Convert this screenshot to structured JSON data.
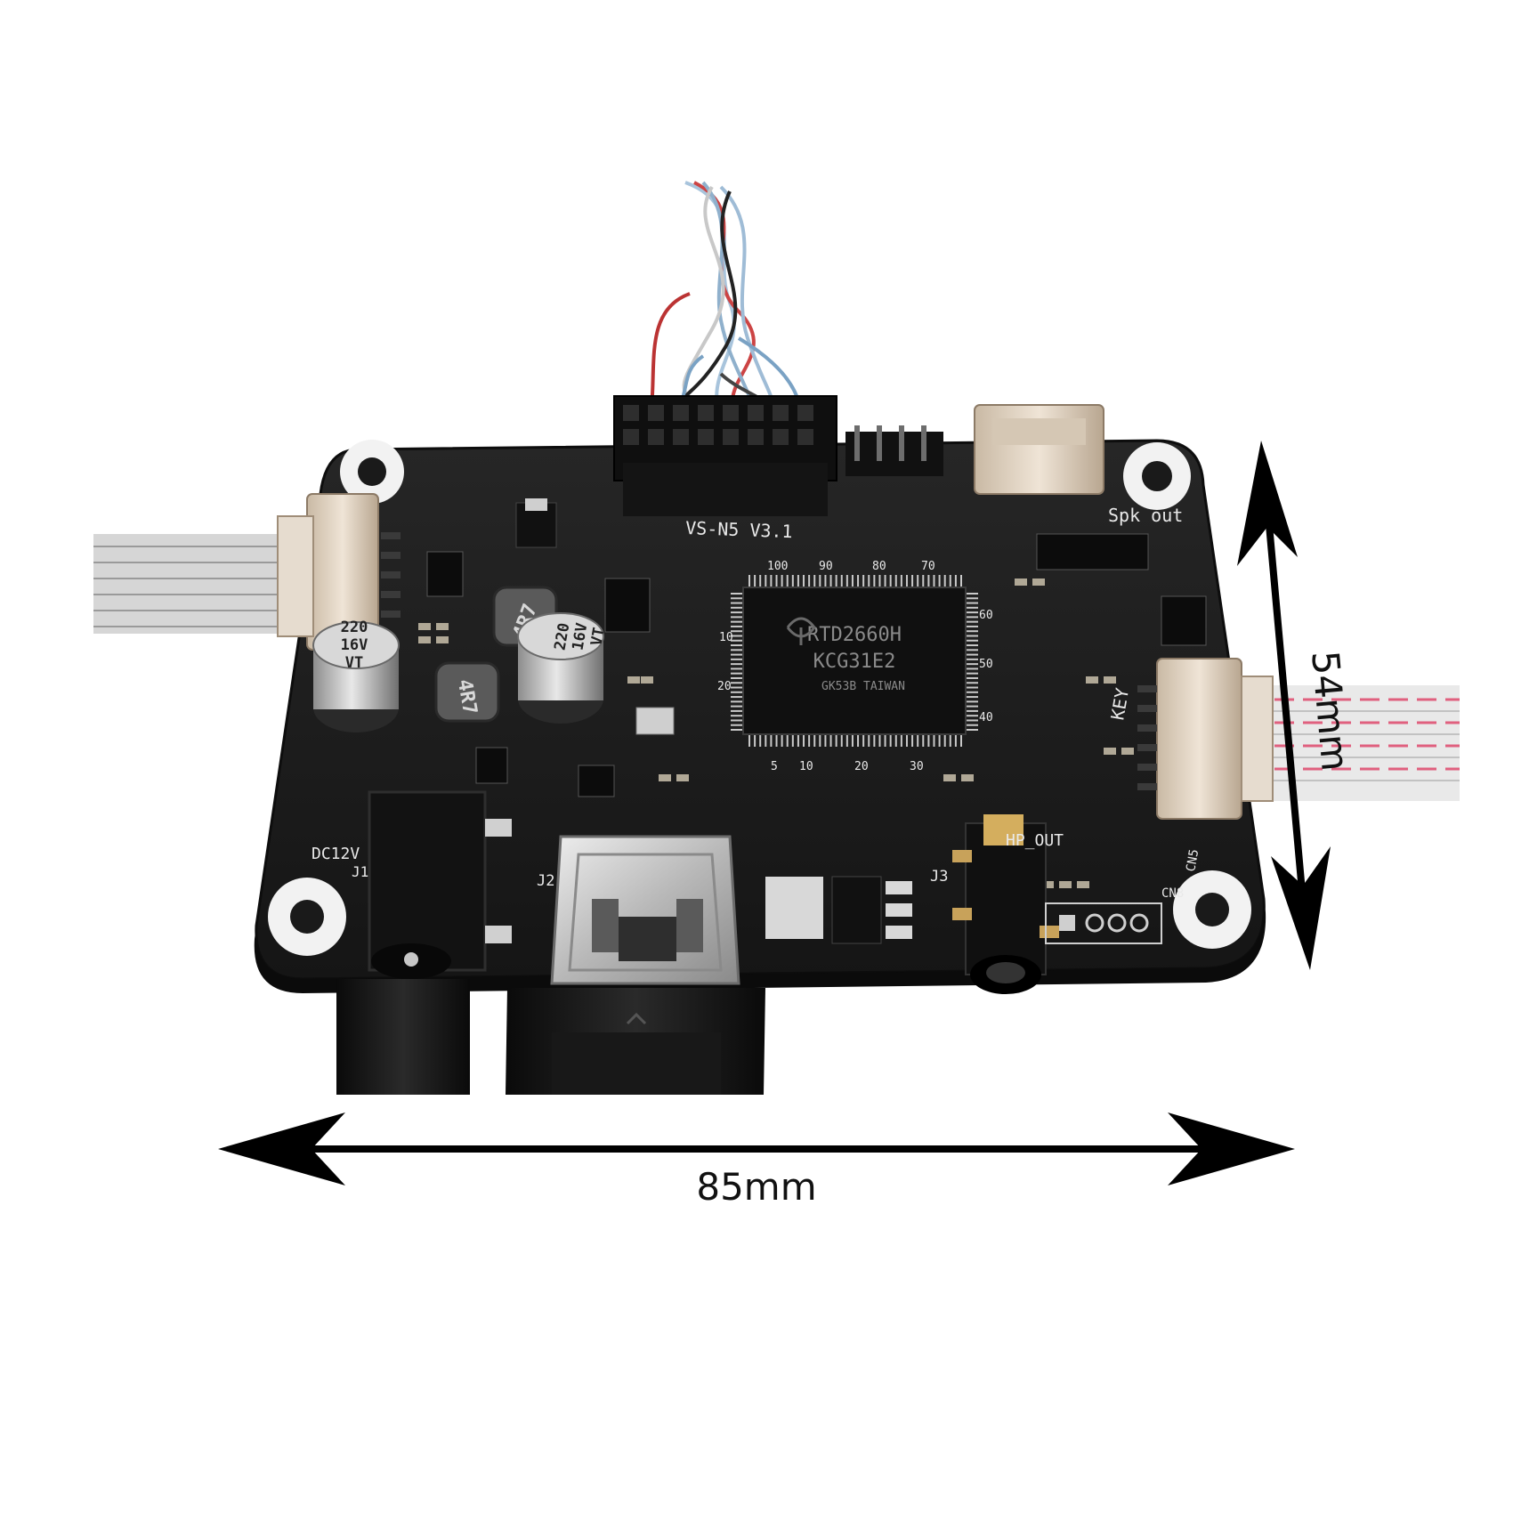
{
  "dimensions": {
    "width_label": "85mm",
    "height_label": "54mm"
  },
  "board": {
    "model": "VS-N5  V3.1",
    "chip_line1": "RTD2660H",
    "chip_line2": "KCG31E2",
    "chip_line3": "GK53B TAIWAN",
    "cap_left": [
      "220",
      "16V",
      "VT"
    ],
    "cap_right": [
      "220",
      "16V",
      "VT"
    ],
    "inductor_label": "4R7",
    "labels": {
      "dc_in": "DC12V",
      "speaker": "Spk out",
      "headphone": "HP_OUT",
      "key": "KEY",
      "j1": "J1",
      "j2": "J2",
      "j3": "J3",
      "cn5": "CN5",
      "cn8": "CN8"
    },
    "pin_numbers_top": [
      "100",
      "90",
      "80",
      "70"
    ],
    "pin_numbers_bottom": [
      "5",
      "10",
      "20",
      "30"
    ],
    "pin_numbers_right": [
      "60",
      "50",
      "40"
    ],
    "pin_numbers_left": [
      "10",
      "20"
    ]
  },
  "colors": {
    "pcb": "#1c1c1c",
    "arrow": "#000000",
    "background": "#ffffff"
  }
}
